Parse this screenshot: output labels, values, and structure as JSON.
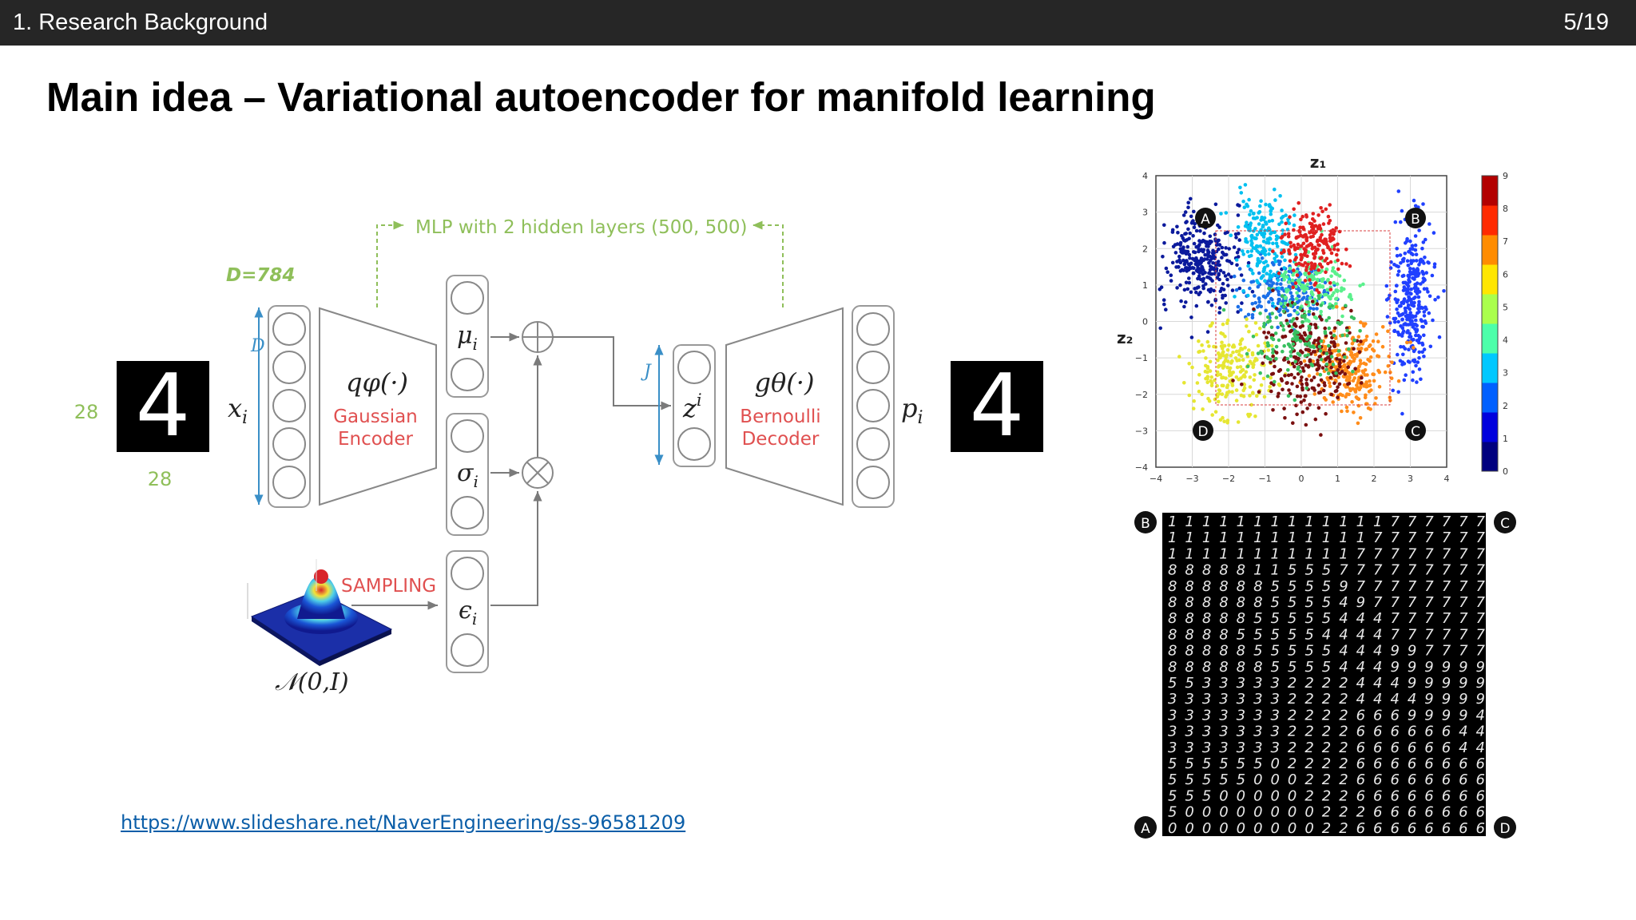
{
  "header": {
    "section": "1. Research Background",
    "page": "5/19"
  },
  "slide": {
    "title": "Main idea – Variational autoencoder for manifold learning",
    "source_link": "https://www.slideshare.net/NaverEngineering/ss-96581209"
  },
  "diagram": {
    "mlp_label": "MLP with 2 hidden layers (500, 500)",
    "dim_label": "D=784",
    "axis_d": "D",
    "axis_j": "J",
    "image_width": "28",
    "image_height": "28",
    "input_var": "x",
    "input_sub": "i",
    "encoder_fn": "qφ(·)",
    "encoder_name_1": "Gaussian",
    "encoder_name_2": "Encoder",
    "mu": "μ",
    "mu_sub": "i",
    "sigma": "σ",
    "sigma_sub": "i",
    "epsilon": "ϵ",
    "epsilon_sub": "i",
    "latent_var": "z",
    "latent_sup": "i",
    "decoder_fn": "gθ(·)",
    "decoder_name_1": "Bernoulli",
    "decoder_name_2": "Decoder",
    "output_var": "p",
    "output_sub": "i",
    "sampling_label": "SAMPLING",
    "normal_label": "𝒩(0,I)",
    "digit_input": "4",
    "digit_output": "4",
    "colors": {
      "green": "#8fbf5a",
      "blue": "#3a8fc7",
      "red": "#e05050",
      "gray": "#7a7a7a"
    }
  },
  "scatter": {
    "title_x": "z₁",
    "title_y": "z₂",
    "x_ticks": [
      "−4",
      "−3",
      "−2",
      "−1",
      "0",
      "1",
      "2",
      "3",
      "4"
    ],
    "y_ticks": [
      "4",
      "3",
      "2",
      "1",
      "0",
      "−1",
      "−2",
      "−3",
      "−4"
    ],
    "colorbar_ticks": [
      "9",
      "8",
      "7",
      "6",
      "5",
      "4",
      "3",
      "2",
      "1",
      "0"
    ],
    "corners": [
      "A",
      "B",
      "C",
      "D"
    ]
  },
  "manifold": {
    "corners": [
      "B",
      "C",
      "A",
      "D"
    ],
    "rows": [
      "1111111111111777777",
      "1111111111117777777",
      "1111111111177777777",
      "8888811555777777777",
      "8888885555977777777",
      "8888885555497777777",
      "8888855555444777777",
      "8888555554444777777",
      "8888855555444997777",
      "8888885555444999999",
      "5533333222244499999",
      "3333333222244449999",
      "3333333222266699994",
      "3333333222266666644",
      "3333333222266666644",
      "5555550222266666666",
      "5555500022266666666",
      "5550000022266666666",
      "5000000002226666666",
      "0000000002266666666"
    ]
  }
}
